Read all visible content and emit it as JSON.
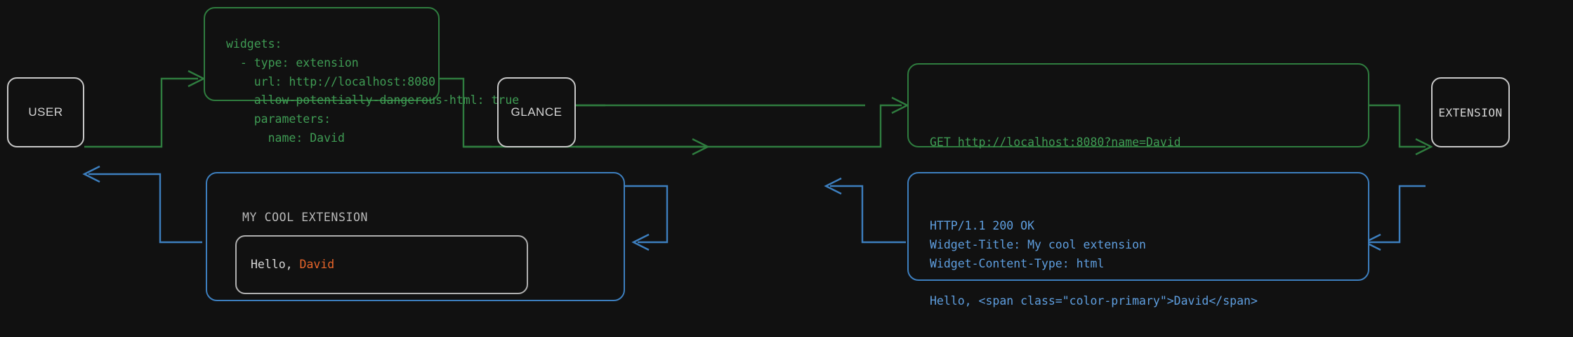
{
  "theme": {
    "background": "#111111",
    "node_border": "#c8c8c8",
    "node_text": "#d4d4d4",
    "green_line": "#2f7d3f",
    "green_text": "#3f9c54",
    "blue_line": "#3d7fbf",
    "blue_text": "#5f9fe0",
    "accent_primary": "#e8652a",
    "widget_border": "#b0b0b0",
    "widget_text": "#d6d6d6"
  },
  "nodes": {
    "user": {
      "label": "USER"
    },
    "glance": {
      "label": "GLANCE"
    },
    "extension": {
      "label": "EXTENSION"
    }
  },
  "messages": {
    "config_yaml": {
      "color": "green",
      "text": "widgets:\n  - type: extension\n    url: http://localhost:8080\n    allow-potentially-dangerous-html: true\n    parameters:\n      name: David"
    },
    "http_request": {
      "color": "green",
      "text": "GET http://localhost:8080?name=David"
    },
    "http_response": {
      "color": "blue",
      "text": "HTTP/1.1 200 OK\nWidget-Title: My cool extension\nWidget-Content-Type: html\n\nHello, <span class=\"color-primary\">David</span>"
    },
    "rendered_widget": {
      "color": "blue",
      "title": "MY COOL EXTENSION",
      "body_prefix": "Hello, ",
      "body_accent": "David"
    }
  },
  "flows": [
    {
      "name": "user-to-glance-config",
      "color": "green",
      "from": "USER",
      "to": "GLANCE"
    },
    {
      "name": "glance-to-extension-request",
      "color": "green",
      "from": "GLANCE",
      "to": "EXTENSION"
    },
    {
      "name": "extension-to-glance-response",
      "color": "blue",
      "from": "EXTENSION",
      "to": "GLANCE"
    },
    {
      "name": "glance-to-user-widget",
      "color": "blue",
      "from": "GLANCE",
      "to": "USER"
    }
  ]
}
